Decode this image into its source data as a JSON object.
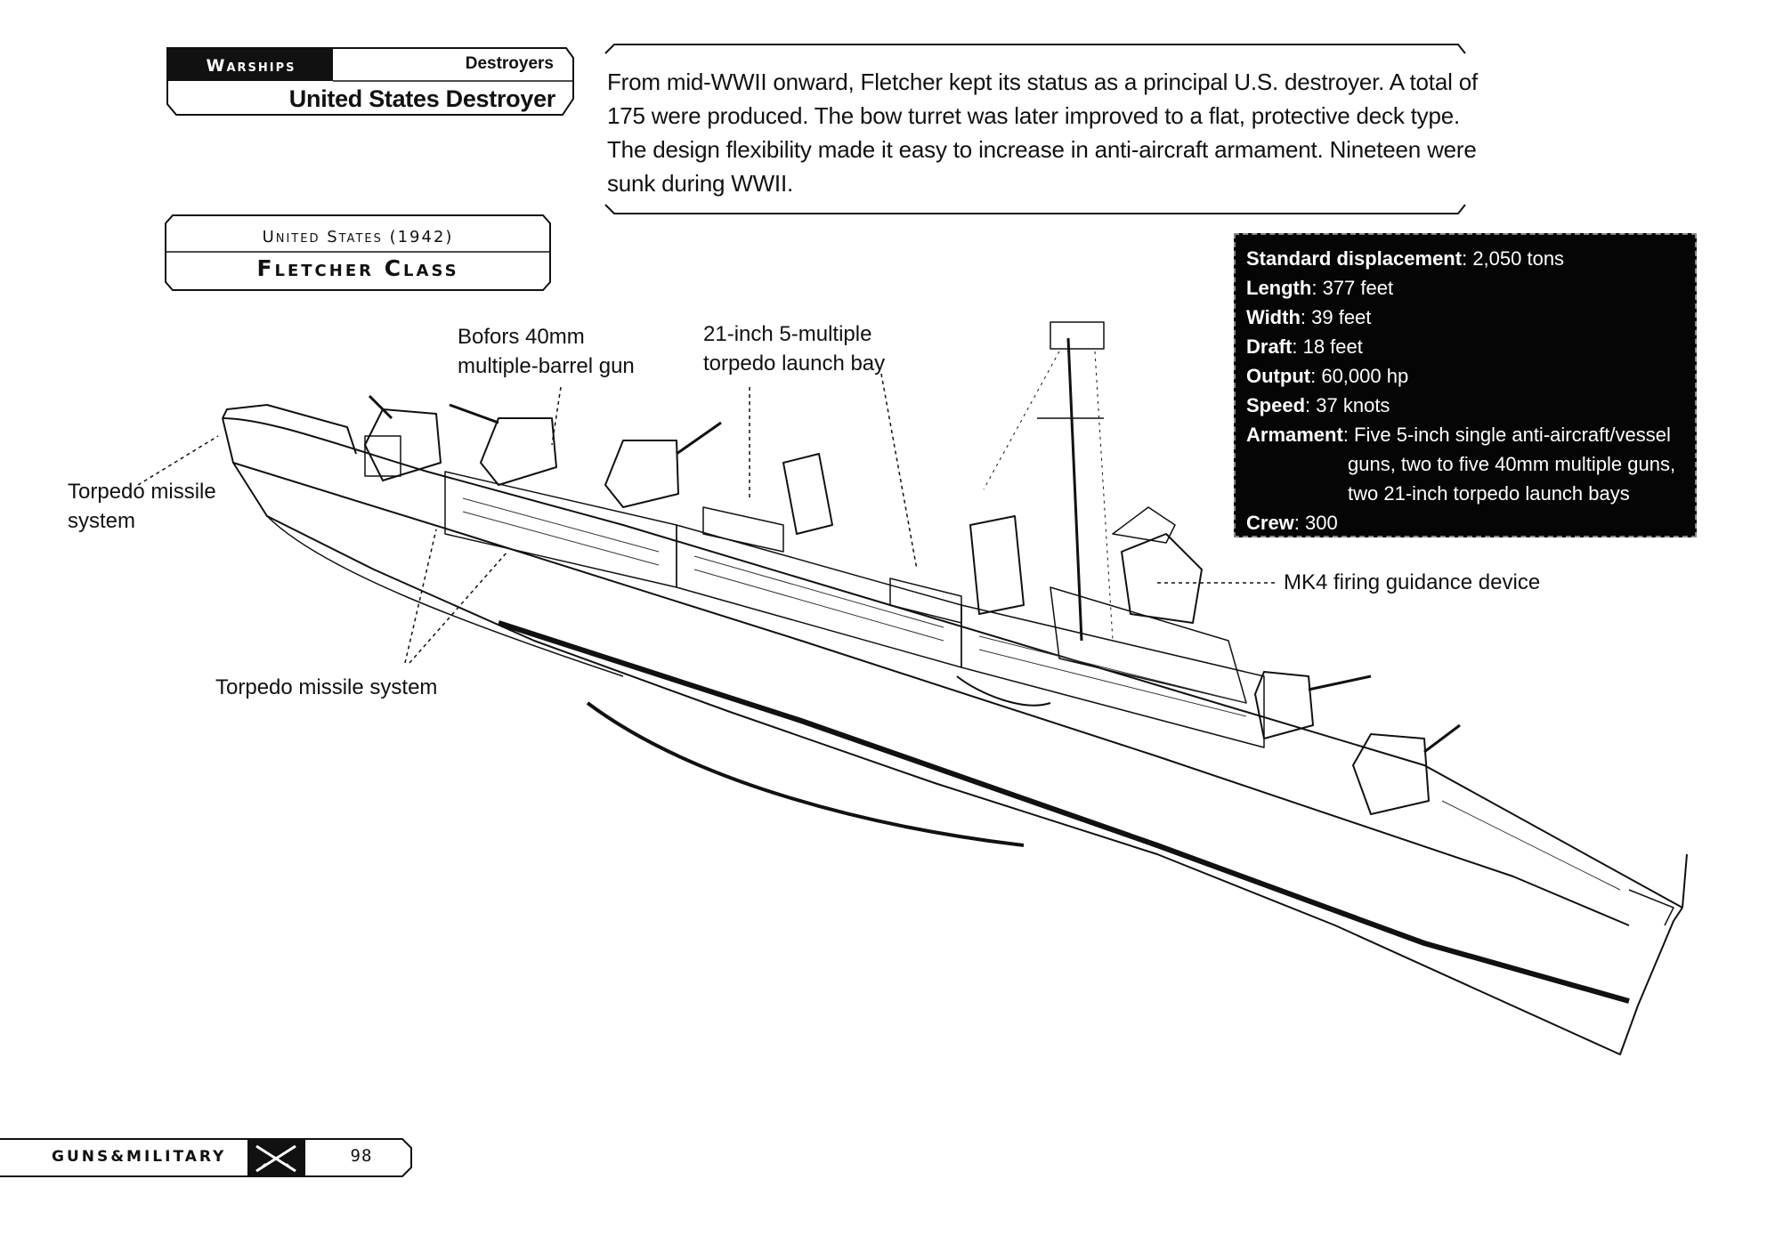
{
  "header": {
    "section": "Warships",
    "category": "Destroyers",
    "title": "United States Destroyer"
  },
  "description": "From mid-WWII onward, Fletcher kept its status as a principal U.S. destroyer. A total of 175 were produced. The bow turret was later improved to a flat, protective deck type. The design flexibility made it easy to increase in anti-aircraft armament. Nineteen were sunk during WWII.",
  "class_box": {
    "country_year": "United States (1942)",
    "class_name": "Fletcher Class"
  },
  "specs": [
    {
      "label": "Standard displacement",
      "value": "2,050 tons"
    },
    {
      "label": "Length",
      "value": "377 feet"
    },
    {
      "label": "Width",
      "value": "39 feet"
    },
    {
      "label": "Draft",
      "value": "18 feet"
    },
    {
      "label": "Output",
      "value": "60,000 hp"
    },
    {
      "label": "Speed",
      "value": "37 knots"
    },
    {
      "label": "Armament",
      "value": "Five 5-inch single anti-aircraft/vessel",
      "cont": [
        "guns, two to five 40mm multiple guns,",
        "two 21-inch torpedo launch bays"
      ]
    },
    {
      "label": "Crew",
      "value": "300"
    }
  ],
  "callouts": {
    "bofors_l1": "Bofors 40mm",
    "bofors_l2": "multiple-barrel gun",
    "torpedo_bay_l1": "21-inch 5-multiple",
    "torpedo_bay_l2": "torpedo launch bay",
    "torpedo_stern_l1": "Torpedo missile",
    "torpedo_stern_l2": "system",
    "torpedo_lower": "Torpedo missile system",
    "mk4": "MK4 firing guidance device"
  },
  "footer": {
    "brand": "GUNS&MILITARY",
    "page": "98"
  },
  "colors": {
    "ink": "#111111",
    "spec_bg": "#050505",
    "paper": "#ffffff"
  }
}
